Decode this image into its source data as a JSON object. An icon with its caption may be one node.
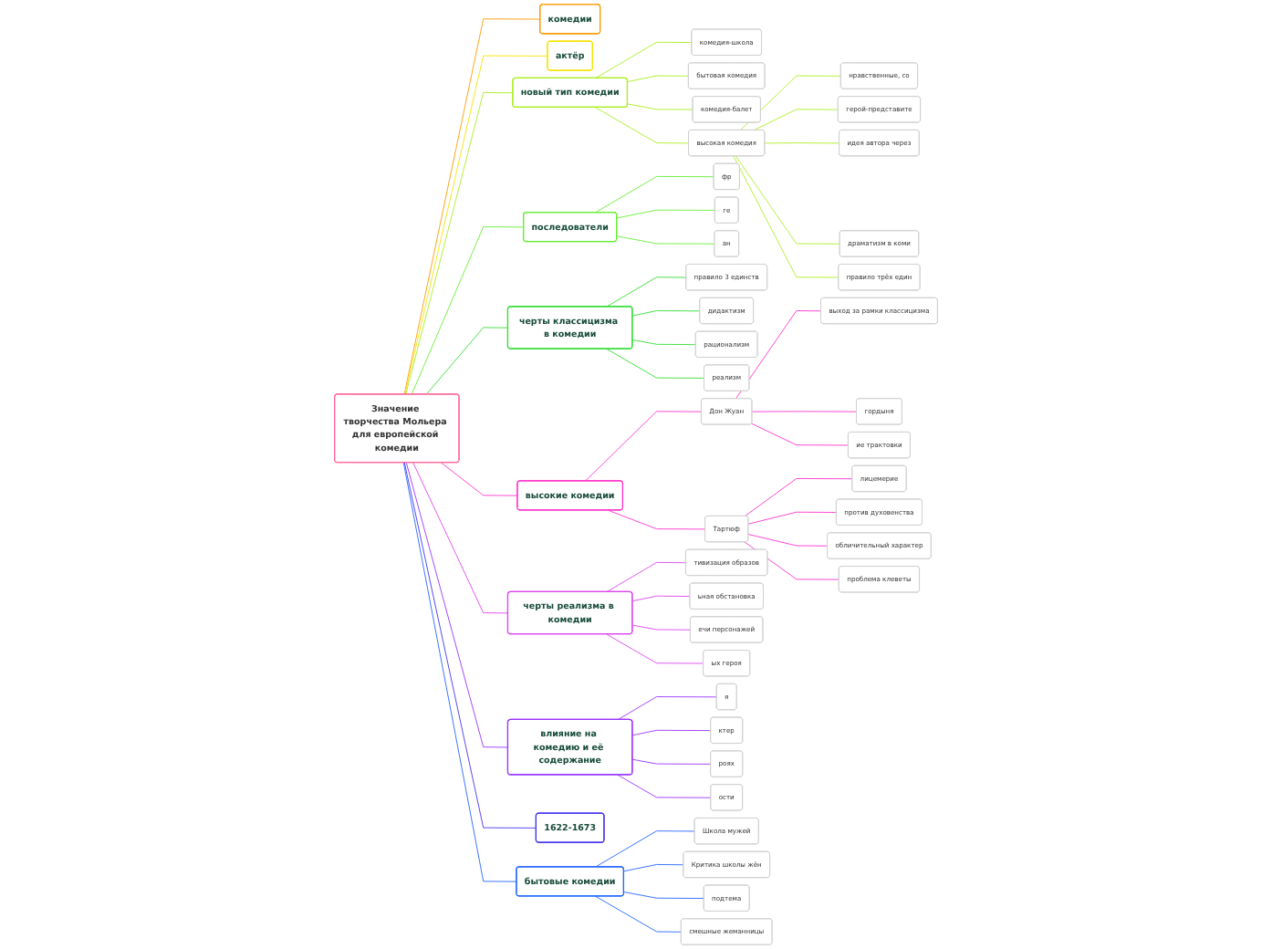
{
  "diagram": {
    "nodes": [
      {
        "text": [
          "Значение творчества Мольера для европейской комедии"
        ]
      },
      {
        "text": [
          "комедии"
        ]
      },
      {
        "text": [
          "актёр"
        ]
      },
      {
        "text": [
          "новый тип комедии"
        ]
      },
      {
        "text": [
          "комедия-школа"
        ]
      },
      {
        "text": [
          "высокая комедия"
        ]
      },
      {
        "text": [
          "нравственные, со"
        ]
      },
      {
        "text": [
          "герой-представите"
        ]
      },
      {
        "text": [
          "идея автора через"
        ]
      },
      {
        "text": [
          "драматизм в коми"
        ]
      },
      {
        "text": [
          "правило трёх един"
        ]
      },
      {
        "text": [
          "бытовая комедия"
        ]
      },
      {
        "text": [
          "комедия-балет"
        ]
      },
      {
        "text": [
          "последователи"
        ]
      },
      {
        "text": [
          "фр"
        ]
      },
      {
        "text": [
          "ге"
        ]
      },
      {
        "text": [
          "ан"
        ]
      },
      {
        "text": [
          "черты классицизма в комедии"
        ]
      },
      {
        "text": [
          "правило 3 единств"
        ]
      },
      {
        "text": [
          "дидактизм"
        ]
      },
      {
        "text": [
          "рационализм"
        ]
      },
      {
        "text": [
          "реализм"
        ]
      },
      {
        "text": [
          "высокие комедии"
        ]
      },
      {
        "text": [
          "Дон Жуан"
        ]
      },
      {
        "text": [
          "Тартюф"
        ]
      },
      {
        "text": [
          "выход за рамки классицизма"
        ]
      },
      {
        "text": [
          "гордыня"
        ]
      },
      {
        "text": [
          "ие трактовки"
        ]
      },
      {
        "text": [
          "лицемерие"
        ]
      },
      {
        "text": [
          "против духовенства"
        ]
      },
      {
        "text": [
          "обличительный характер"
        ]
      },
      {
        "text": [
          "проблема клеветы"
        ]
      },
      {
        "text": [
          "черты реализма в комедии"
        ]
      },
      {
        "text": [
          "тивизация образов"
        ]
      },
      {
        "text": [
          "ьная обстановка"
        ]
      },
      {
        "text": [
          "ечи персонажей"
        ]
      },
      {
        "text": [
          "ых героя"
        ]
      },
      {
        "text": [
          "влияние на комедию и её содержание"
        ]
      },
      {
        "text": [
          "я"
        ]
      },
      {
        "text": [
          "ктер"
        ]
      },
      {
        "text": [
          "роях"
        ]
      },
      {
        "text": [
          "ости"
        ]
      },
      {
        "text": [
          "1622-1673"
        ]
      },
      {
        "text": [
          "бытовые комедии"
        ]
      },
      {
        "text": [
          "Школа мужей"
        ]
      },
      {
        "text": [
          "Критика школы жён"
        ]
      },
      {
        "text": [
          "подтема"
        ]
      },
      {
        "text": [
          "смешные жеманницы"
        ]
      }
    ],
    "edges": [
      {
        "from": 0,
        "to": 1,
        "arrow": "none",
        "color": "#ff9900"
      },
      {
        "from": 0,
        "to": 2,
        "arrow": "none",
        "color": "#f5e400"
      },
      {
        "from": 0,
        "to": 3,
        "arrow": "none",
        "color": "#aaee22"
      },
      {
        "from": 3,
        "to": 4,
        "arrow": "none",
        "color": "#aaee22"
      },
      {
        "from": 3,
        "to": 5,
        "arrow": "none",
        "color": "#aaee22"
      },
      {
        "from": 5,
        "to": 6,
        "arrow": "none",
        "color": "#aaee22"
      },
      {
        "from": 5,
        "to": 7,
        "arrow": "none",
        "color": "#aaee22"
      },
      {
        "from": 5,
        "to": 8,
        "arrow": "none",
        "color": "#aaee22"
      },
      {
        "from": 5,
        "to": 9,
        "arrow": "none",
        "color": "#aaee22"
      },
      {
        "from": 5,
        "to": 10,
        "arrow": "none",
        "color": "#aaee22"
      },
      {
        "from": 3,
        "to": 11,
        "arrow": "none",
        "color": "#aaee22"
      },
      {
        "from": 3,
        "to": 12,
        "arrow": "none",
        "color": "#aaee22"
      },
      {
        "from": 0,
        "to": 13,
        "arrow": "none",
        "color": "#66ee33"
      },
      {
        "from": 13,
        "to": 14,
        "arrow": "none",
        "color": "#66ee33"
      },
      {
        "from": 13,
        "to": 15,
        "arrow": "none",
        "color": "#66ee33"
      },
      {
        "from": 13,
        "to": 16,
        "arrow": "none",
        "color": "#66ee33"
      },
      {
        "from": 0,
        "to": 17,
        "arrow": "none",
        "color": "#33dd33"
      },
      {
        "from": 17,
        "to": 18,
        "arrow": "none",
        "color": "#33dd33"
      },
      {
        "from": 17,
        "to": 19,
        "arrow": "none",
        "color": "#33dd33"
      },
      {
        "from": 17,
        "to": 20,
        "arrow": "none",
        "color": "#33dd33"
      },
      {
        "from": 17,
        "to": 21,
        "arrow": "none",
        "color": "#33dd33"
      },
      {
        "from": 0,
        "to": 22,
        "arrow": "none",
        "color": "#ff33cc"
      },
      {
        "from": 22,
        "to": 23,
        "arrow": "none",
        "color": "#ff33cc"
      },
      {
        "from": 22,
        "to": 24,
        "arrow": "none",
        "color": "#ff33cc"
      },
      {
        "from": 23,
        "to": 25,
        "arrow": "none",
        "color": "#ff33cc"
      },
      {
        "from": 23,
        "to": 26,
        "arrow": "none",
        "color": "#ff33cc"
      },
      {
        "from": 23,
        "to": 27,
        "arrow": "none",
        "color": "#ff33cc"
      },
      {
        "from": 24,
        "to": 28,
        "arrow": "none",
        "color": "#ff33cc"
      },
      {
        "from": 24,
        "to": 29,
        "arrow": "none",
        "color": "#ff33cc"
      },
      {
        "from": 24,
        "to": 30,
        "arrow": "none",
        "color": "#ff33cc"
      },
      {
        "from": 24,
        "to": 31,
        "arrow": "none",
        "color": "#ff33cc"
      },
      {
        "from": 0,
        "to": 32,
        "arrow": "none",
        "color": "#dd44ee"
      },
      {
        "from": 32,
        "to": 33,
        "arrow": "none",
        "color": "#dd44ee"
      },
      {
        "from": 32,
        "to": 34,
        "arrow": "none",
        "color": "#dd44ee"
      },
      {
        "from": 32,
        "to": 35,
        "arrow": "none",
        "color": "#dd44ee"
      },
      {
        "from": 32,
        "to": 36,
        "arrow": "none",
        "color": "#dd44ee"
      },
      {
        "from": 0,
        "to": 37,
        "arrow": "none",
        "color": "#9933ff"
      },
      {
        "from": 37,
        "to": 38,
        "arrow": "none",
        "color": "#9933ff"
      },
      {
        "from": 37,
        "to": 39,
        "arrow": "none",
        "color": "#9933ff"
      },
      {
        "from": 37,
        "to": 40,
        "arrow": "none",
        "color": "#9933ff"
      },
      {
        "from": 37,
        "to": 41,
        "arrow": "none",
        "color": "#9933ff"
      },
      {
        "from": 0,
        "to": 42,
        "arrow": "none",
        "color": "#4433ee"
      },
      {
        "from": 0,
        "to": 43,
        "arrow": "none",
        "color": "#2266ff"
      },
      {
        "from": 43,
        "to": 44,
        "arrow": "none",
        "color": "#2266ff"
      },
      {
        "from": 43,
        "to": 45,
        "arrow": "none",
        "color": "#2266ff"
      },
      {
        "from": 43,
        "to": 46,
        "arrow": "none",
        "color": "#2266ff"
      },
      {
        "from": 43,
        "to": 47,
        "arrow": "none",
        "color": "#2266ff"
      }
    ]
  }
}
